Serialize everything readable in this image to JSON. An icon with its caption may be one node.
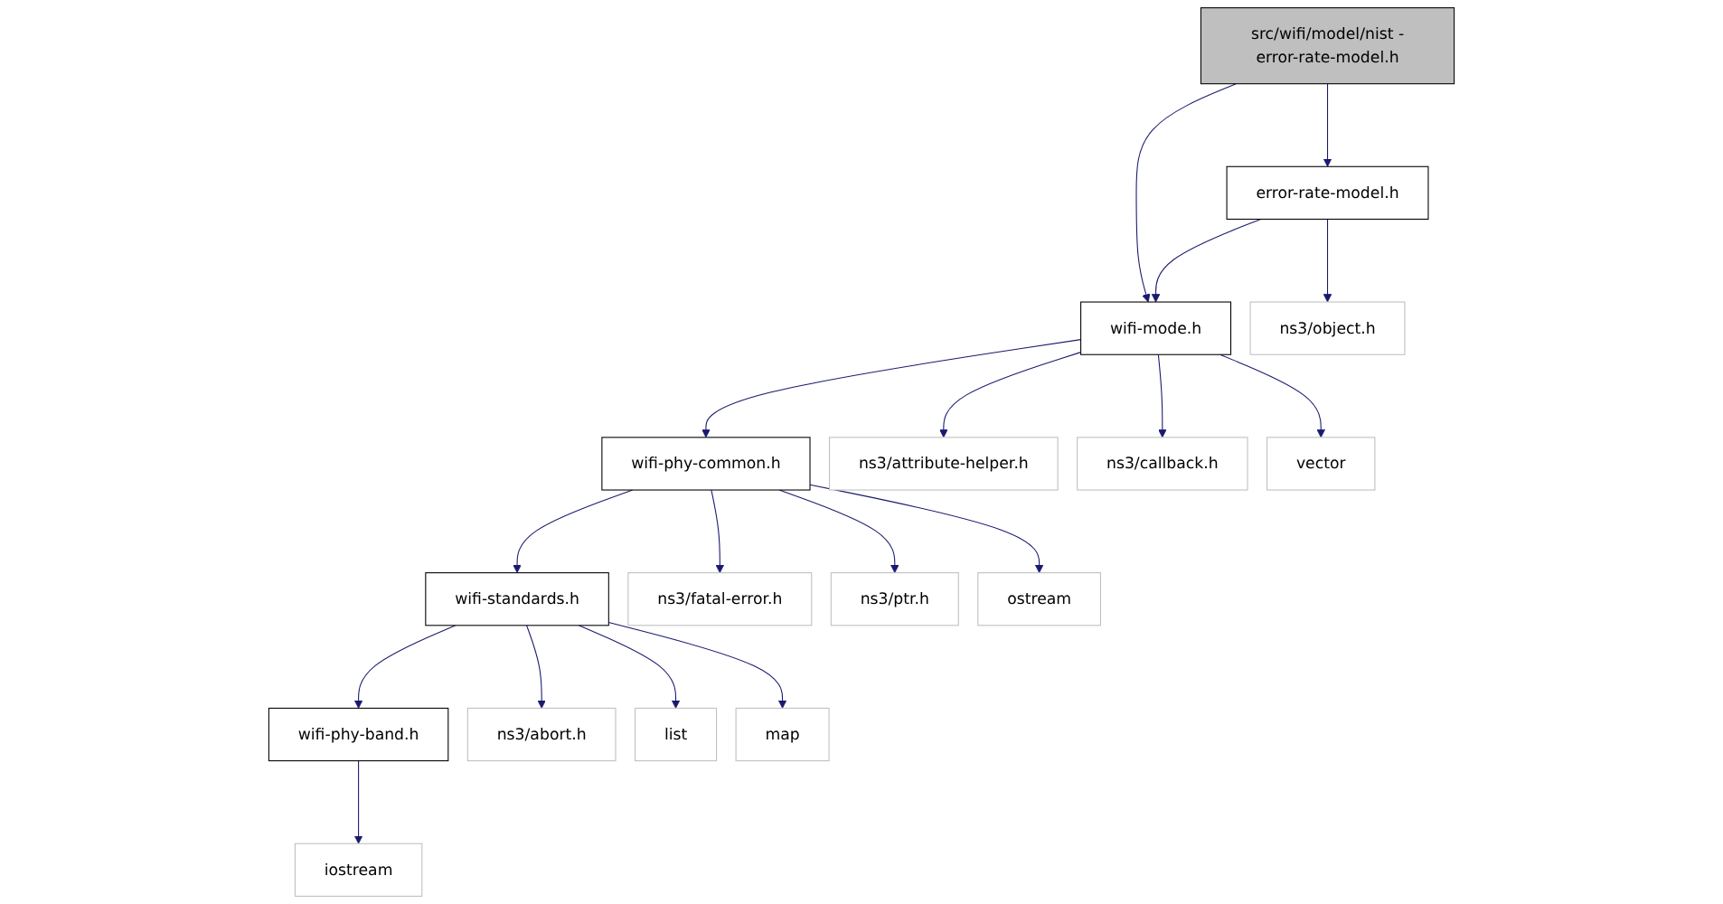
{
  "diagram": {
    "nodes": [
      {
        "text": [
          "src/wifi/model/nist -error-rate-model.h"
        ]
      },
      {
        "text": [
          "error-rate-model.h"
        ]
      },
      {
        "text": [
          "wifi-mode.h"
        ]
      },
      {
        "text": [
          "ns3/object.h"
        ]
      },
      {
        "text": [
          "wifi-phy-common.h"
        ]
      },
      {
        "text": [
          "ns3/attribute-helper.h"
        ]
      },
      {
        "text": [
          "ns3/callback.h"
        ]
      },
      {
        "text": [
          "vector"
        ]
      },
      {
        "text": [
          "wifi-standards.h"
        ]
      },
      {
        "text": [
          "ns3/fatal-error.h"
        ]
      },
      {
        "text": [
          "ns3/ptr.h"
        ]
      },
      {
        "text": [
          "ostream"
        ]
      },
      {
        "text": [
          "wifi-phy-band.h"
        ]
      },
      {
        "text": [
          "ns3/abort.h"
        ]
      },
      {
        "text": [
          "list"
        ]
      },
      {
        "text": [
          "map"
        ]
      },
      {
        "text": [
          "iostream"
        ]
      }
    ],
    "edges": [
      {
        "from": 0,
        "to": 2,
        "arrow": "to"
      },
      {
        "from": 0,
        "to": 1,
        "arrow": "to"
      },
      {
        "from": 1,
        "to": 2,
        "arrow": "to"
      },
      {
        "from": 1,
        "to": 3,
        "arrow": "to"
      },
      {
        "from": 2,
        "to": 4,
        "arrow": "to"
      },
      {
        "from": 2,
        "to": 5,
        "arrow": "to"
      },
      {
        "from": 2,
        "to": 6,
        "arrow": "to"
      },
      {
        "from": 2,
        "to": 7,
        "arrow": "to"
      },
      {
        "from": 4,
        "to": 8,
        "arrow": "to"
      },
      {
        "from": 4,
        "to": 9,
        "arrow": "to"
      },
      {
        "from": 4,
        "to": 10,
        "arrow": "to"
      },
      {
        "from": 4,
        "to": 11,
        "arrow": "to"
      },
      {
        "from": 8,
        "to": 12,
        "arrow": "to"
      },
      {
        "from": 8,
        "to": 13,
        "arrow": "to"
      },
      {
        "from": 8,
        "to": 14,
        "arrow": "to"
      },
      {
        "from": 8,
        "to": 15,
        "arrow": "to"
      },
      {
        "from": 12,
        "to": 16,
        "arrow": "to"
      }
    ]
  }
}
